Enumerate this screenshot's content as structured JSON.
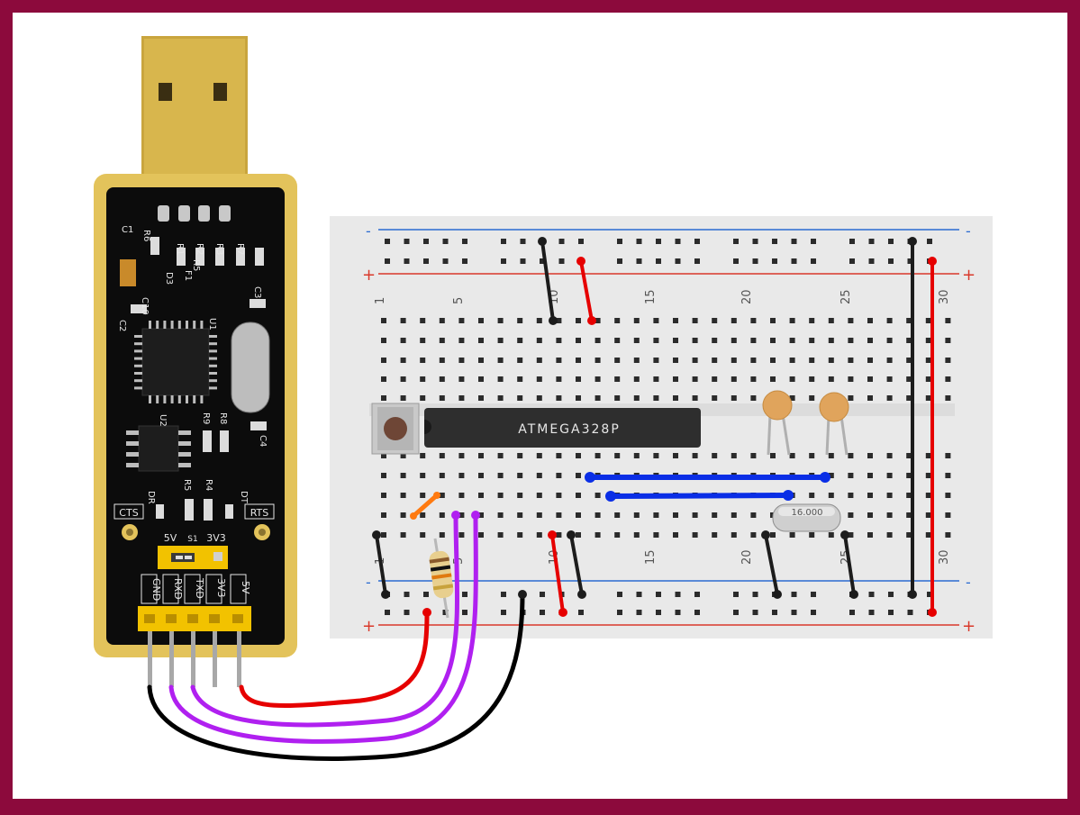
{
  "colors": {
    "frame": "#8c0a3c",
    "canvas": "#ffffff",
    "breadboard": "#e9e9e9",
    "rail_blue": "#2a6bd1",
    "rail_red": "#d9392b",
    "pcb": "#0c0c0c",
    "pcb_gold": "#e3c35b",
    "wire_red": "#e60000",
    "wire_purple": "#b020f0",
    "wire_black": "#000000",
    "wire_blue": "#0a2ee6",
    "wire_orange": "#ff7a10"
  },
  "breadboard": {
    "column_numbers_top": [
      "1",
      "5",
      "10",
      "15",
      "20",
      "25",
      "30"
    ],
    "column_numbers_bottom": [
      "1",
      "5",
      "10",
      "15",
      "20",
      "25",
      "30"
    ],
    "rail_minus": "-",
    "rail_plus": "+"
  },
  "chip": {
    "label": "ATMEGA328P"
  },
  "crystal": {
    "label": "16.000"
  },
  "adapter": {
    "pin_labels": [
      "GND",
      "RXD",
      "TXD",
      "3V3",
      "5V"
    ],
    "side_left": "CTS",
    "side_right": "RTS",
    "jumper_left": "5V",
    "jumper_mid": "S1",
    "jumper_right": "3V3",
    "component_labels": [
      "C1",
      "R6",
      "R1",
      "R2",
      "R3",
      "R7",
      "R5",
      "F1",
      "D3",
      "C3",
      "C10",
      "C2",
      "U1",
      "U2",
      "R9",
      "R8",
      "C4",
      "DR",
      "R5",
      "R4",
      "DT"
    ]
  }
}
